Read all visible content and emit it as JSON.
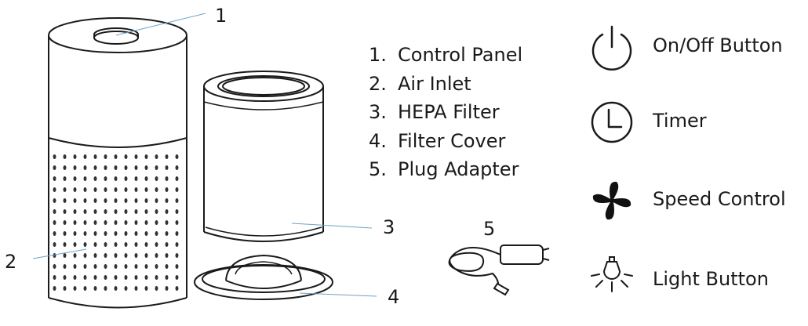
{
  "callouts": [
    "1",
    "2",
    "3",
    "4",
    "5"
  ],
  "parts": [
    {
      "index": "1.",
      "label": "Control Panel"
    },
    {
      "index": "2.",
      "label": "Air Inlet"
    },
    {
      "index": "3.",
      "label": "HEPA Filter"
    },
    {
      "index": "4.",
      "label": "Filter Cover"
    },
    {
      "index": "5.",
      "label": "Plug Adapter"
    }
  ],
  "legend": [
    {
      "icon": "power-icon",
      "label": "On/Off Button"
    },
    {
      "icon": "timer-icon",
      "label": "Timer"
    },
    {
      "icon": "fan-icon",
      "label": "Speed Control"
    },
    {
      "icon": "light-bulb-icon",
      "label": "Light Button"
    }
  ]
}
